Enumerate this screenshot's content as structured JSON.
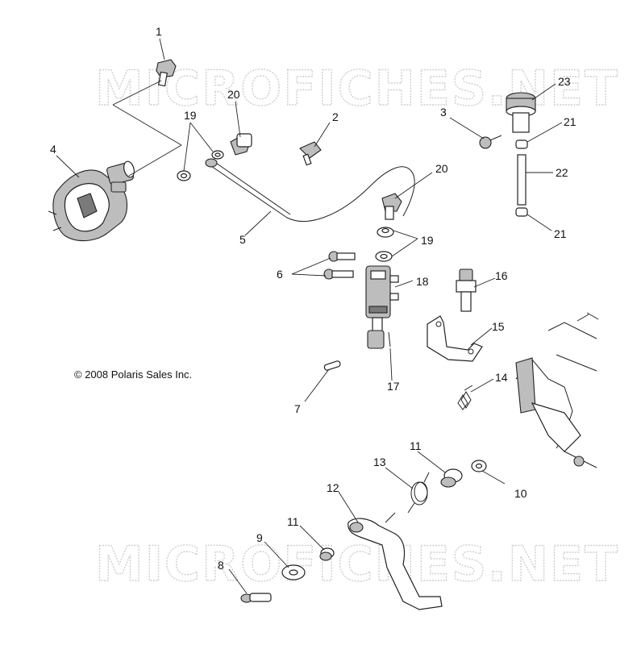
{
  "watermark": "MICROFICHES.NET",
  "copyright": "© 2008 Polaris Sales Inc.",
  "callouts": {
    "c1": "1",
    "c2": "2",
    "c3": "3",
    "c4": "4",
    "c5": "5",
    "c6": "6",
    "c7": "7",
    "c8": "8",
    "c9": "9",
    "c10": "10",
    "c11a": "11",
    "c11b": "11",
    "c12": "12",
    "c13": "13",
    "c14": "14",
    "c15": "15",
    "c16": "16",
    "c17": "17",
    "c18": "18",
    "c19a": "19",
    "c19b": "19",
    "c20a": "20",
    "c20b": "20",
    "c21a": "21",
    "c21b": "21",
    "c22": "22",
    "c23": "23"
  }
}
